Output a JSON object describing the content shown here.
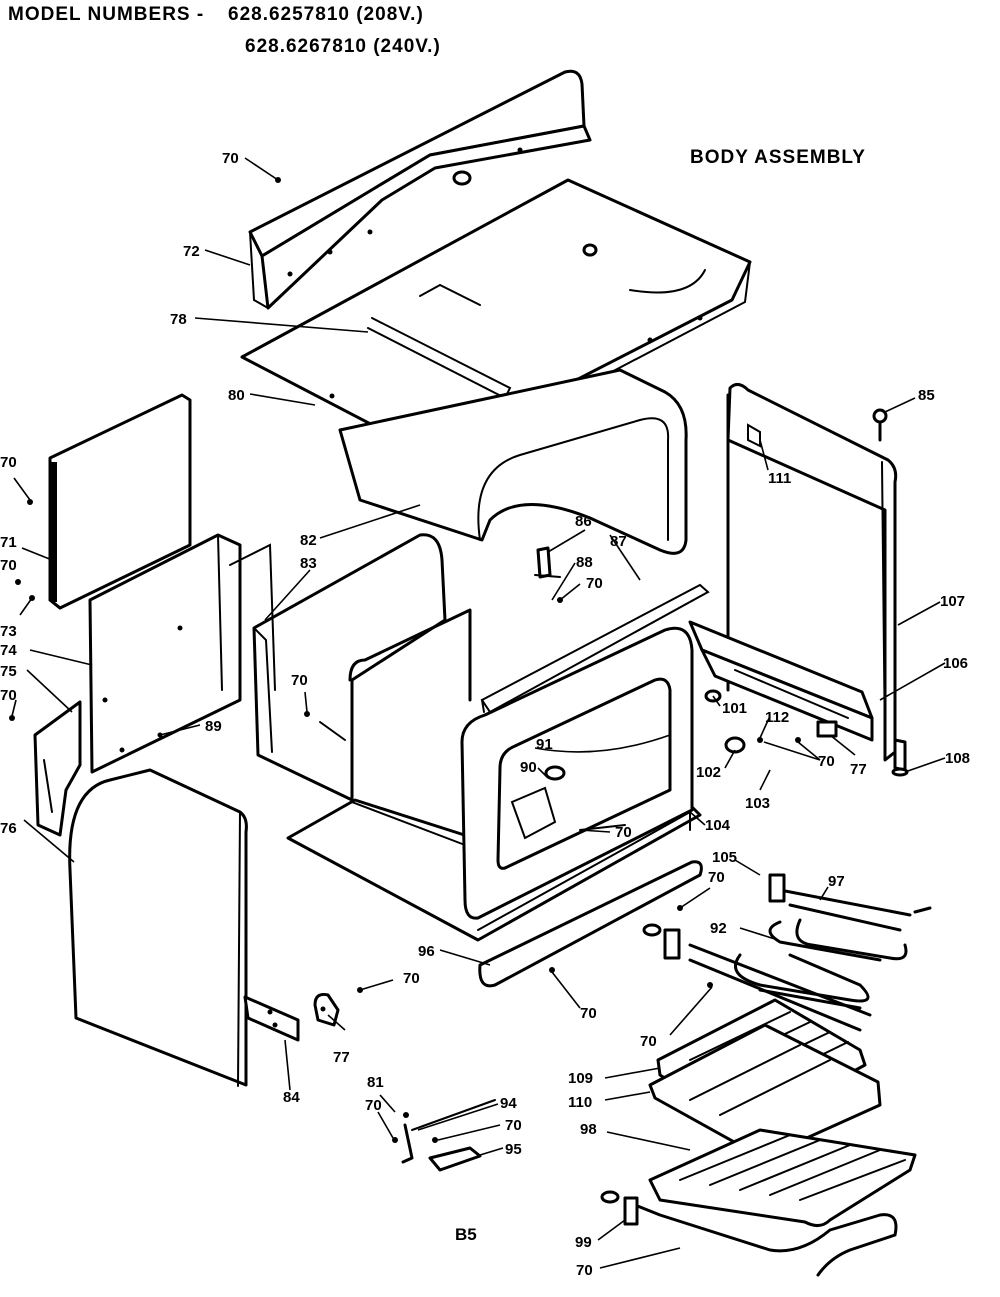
{
  "header": {
    "model_label": "MODEL NUMBERS -",
    "model_1": "628.6257810 (208V.)",
    "model_2": "628.6267810 (240V.)"
  },
  "title": "BODY ASSEMBLY",
  "page_number": "B5",
  "callouts": [
    "70",
    "72",
    "78",
    "80",
    "70",
    "71",
    "70",
    "73",
    "74",
    "75",
    "70",
    "76",
    "82",
    "83",
    "70",
    "89",
    "86",
    "88",
    "87",
    "70",
    "91",
    "90",
    "70",
    "85",
    "111",
    "107",
    "106",
    "101",
    "112",
    "77",
    "108",
    "102",
    "70",
    "103",
    "104",
    "105",
    "70",
    "97",
    "92",
    "96",
    "70",
    "70",
    "77",
    "84",
    "70",
    "81",
    "70",
    "94",
    "70",
    "95",
    "109",
    "110",
    "98",
    "99",
    "70"
  ]
}
